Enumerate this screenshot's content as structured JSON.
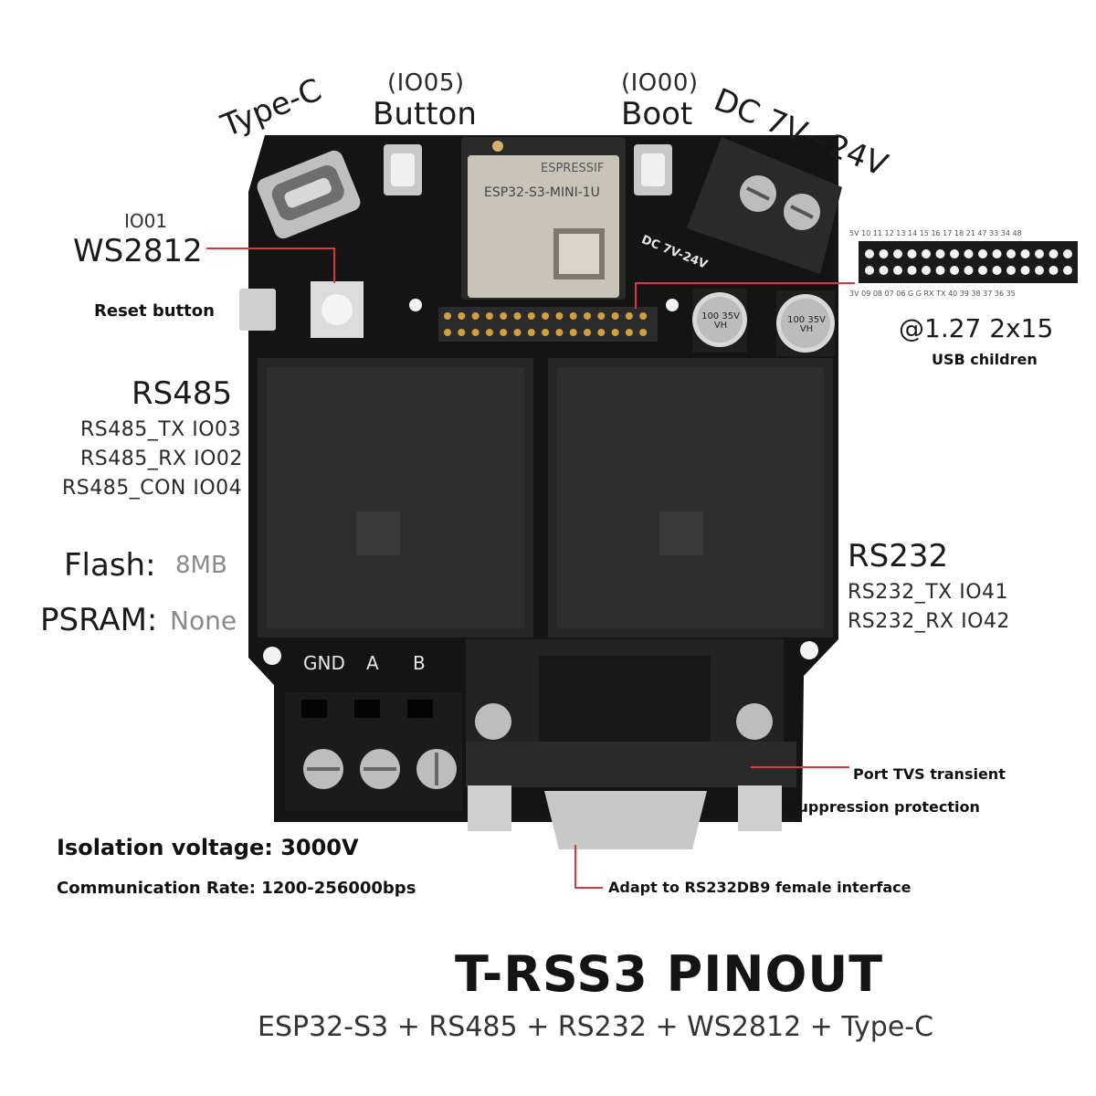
{
  "labels": {
    "type_c": "Type-C",
    "button_io": "(IO05)",
    "button": "Button",
    "boot_io": "(IO00)",
    "boot": "Boot",
    "dc": "DC 7V~24V",
    "ws_io": "IO01",
    "ws2812": "WS2812",
    "reset": "Reset button",
    "header": "@1.27 2x15",
    "usb_children": "USB children",
    "rs485": "RS485",
    "rs485_tx": "RS485_TX  IO03",
    "rs485_rx": "RS485_RX  IO02",
    "rs485_con": "RS485_CON IO04",
    "flash_key": "Flash:",
    "flash_val": "8MB",
    "psram_key": "PSRAM:",
    "psram_val": "None",
    "rs232": "RS232",
    "rs232_tx": "RS232_TX  IO41",
    "rs232_rx": "RS232_RX  IO42",
    "tvs1": "Port TVS transient",
    "tvs2": "Suppression protection",
    "isolation": "Isolation voltage: 3000V",
    "rate": "Communication Rate: 1200-256000bps",
    "db9": "Adapt to RS232DB9 female interface",
    "title": "T-RSS3 PINOUT",
    "subtitle": "ESP32-S3 + RS485 + RS232 + WS2812 + Type-C"
  },
  "silkscreen": {
    "terminal_gnd": "GND",
    "terminal_a": "A",
    "terminal_b": "B",
    "module_brand": "ESPRESSIF",
    "module_name": "ESP32-S3-MINI-1U",
    "board_dc": "DC 7V-24V",
    "cap_1": "100 35V VH",
    "cap_2": "100 35V VH",
    "header_top_pins": "5V 10 11 12 13 14 15 16 17 18 21 47 33 34 48",
    "header_bottom_pins": "3V 09 08 07 06 G G RX TX 40 39 38 37 36 35"
  },
  "colors": {
    "pcb": "#141414",
    "callout": "#d9373f",
    "module": "#c9c4b8"
  }
}
